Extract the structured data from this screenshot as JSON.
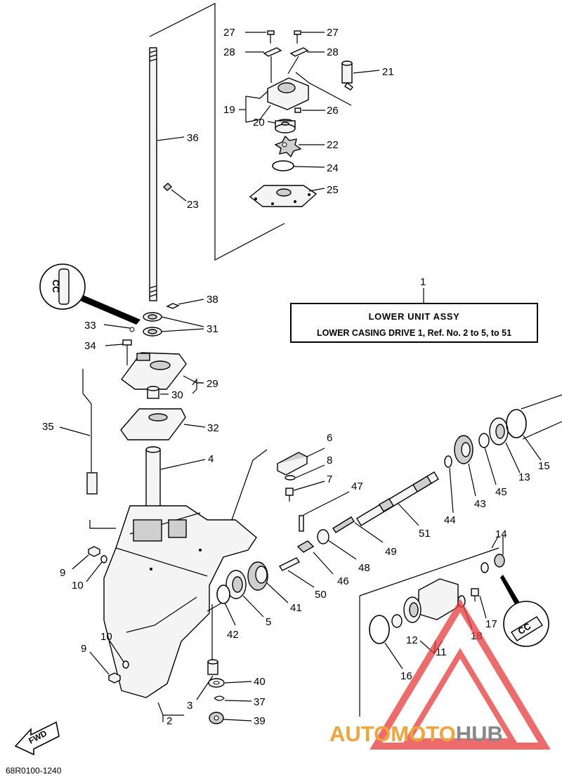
{
  "title_box": {
    "ref_number": "1",
    "title": "LOWER UNIT ASSY",
    "subtitle": "LOWER CASING DRIVE 1,  Ref. No. 2 to 5, to 51"
  },
  "doc_code": "68R0100-1240",
  "watermark": {
    "part1": "AUTO",
    "part2": "MOTO",
    "part3": "HUB"
  },
  "fwd_label": "FWD",
  "cc_label": "CC",
  "callouts": {
    "n2": "2",
    "n3": "3",
    "n4": "4",
    "n5": "5",
    "n6": "6",
    "n7": "7",
    "n8": "8",
    "n9a": "9",
    "n9b": "9",
    "n10a": "10",
    "n10b": "10",
    "n11": "11",
    "n12": "12",
    "n13": "13",
    "n14": "14",
    "n15": "15",
    "n16": "16",
    "n17": "17",
    "n18": "18",
    "n19": "19",
    "n20": "20",
    "n21": "21",
    "n22": "22",
    "n23": "23",
    "n24": "24",
    "n25": "25",
    "n26": "26",
    "n27a": "27",
    "n27b": "27",
    "n28a": "28",
    "n28b": "28",
    "n29": "29",
    "n30": "30",
    "n31": "31",
    "n32": "32",
    "n33": "33",
    "n34": "34",
    "n35": "35",
    "n36": "36",
    "n37": "37",
    "n38": "38",
    "n39": "39",
    "n40": "40",
    "n41": "41",
    "n42": "42",
    "n43": "43",
    "n44": "44",
    "n45": "45",
    "n46": "46",
    "n47": "47",
    "n48": "48",
    "n49": "49",
    "n50": "50",
    "n51": "51"
  },
  "colors": {
    "watermark_orange": "#f2a33a",
    "watermark_gray": "#888888",
    "watermark_triangle": "#e83a3a"
  }
}
